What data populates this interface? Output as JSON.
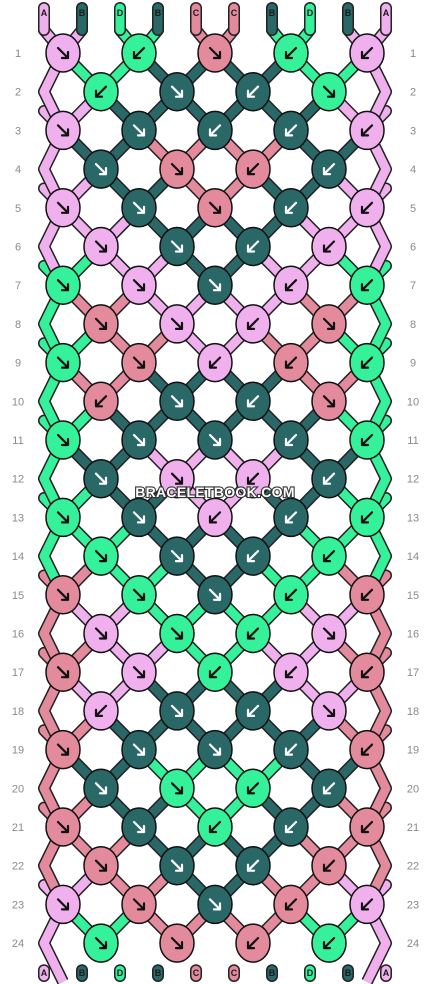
{
  "watermark": "BRACELETBOOK.COM",
  "colors": {
    "A": "#f0b0ee",
    "B": "#2a6868",
    "C": "#e38a9d",
    "D": "#35f29a"
  },
  "top_strand_labels": [
    "A",
    "B",
    "D",
    "B",
    "C",
    "C",
    "B",
    "D",
    "B",
    "A"
  ],
  "bottom_strand_labels": [
    "A",
    "B",
    "D",
    "B",
    "C",
    "C",
    "B",
    "D",
    "B",
    "A"
  ],
  "row_numbers": [
    "1",
    "2",
    "3",
    "4",
    "5",
    "6",
    "7",
    "8",
    "9",
    "10",
    "11",
    "12",
    "13",
    "14",
    "15",
    "16",
    "17",
    "18",
    "19",
    "20",
    "21",
    "22",
    "23",
    "24"
  ],
  "knots": [
    [
      "A:se",
      "D:sw",
      "C:se",
      "D:sw",
      "A:sw"
    ],
    [
      "D:sw",
      "B:se",
      "B:sw",
      "D:se"
    ],
    [
      "A:se",
      "B:se",
      "B:sw",
      "B:sw",
      "A:sw"
    ],
    [
      "B:se",
      "C:se",
      "C:sw",
      "B:sw"
    ],
    [
      "A:se",
      "B:se",
      "C:se",
      "B:sw",
      "A:sw"
    ],
    [
      "A:se",
      "B:se",
      "B:sw",
      "A:sw"
    ],
    [
      "D:se",
      "A:se",
      "B:se",
      "A:sw",
      "D:sw"
    ],
    [
      "C:se",
      "A:se",
      "A:sw",
      "C:se"
    ],
    [
      "D:se",
      "C:se",
      "A:sw",
      "C:sw",
      "D:sw"
    ],
    [
      "C:sw",
      "B:se",
      "B:sw",
      "C:se"
    ],
    [
      "D:se",
      "B:se",
      "B:se",
      "B:sw",
      "D:sw"
    ],
    [
      "B:se",
      "A:se",
      "A:sw",
      "B:sw"
    ],
    [
      "D:se",
      "B:se",
      "A:sw",
      "B:sw",
      "D:sw"
    ],
    [
      "D:se",
      "B:se",
      "B:sw",
      "D:sw"
    ],
    [
      "C:se",
      "D:se",
      "B:se",
      "D:sw",
      "C:sw"
    ],
    [
      "A:se",
      "D:se",
      "D:sw",
      "A:se"
    ],
    [
      "C:se",
      "A:se",
      "D:sw",
      "A:sw",
      "C:sw"
    ],
    [
      "A:sw",
      "B:se",
      "B:sw",
      "A:se"
    ],
    [
      "C:se",
      "B:se",
      "B:se",
      "B:sw",
      "C:sw"
    ],
    [
      "B:se",
      "D:se",
      "D:sw",
      "B:sw"
    ],
    [
      "C:se",
      "B:se",
      "D:sw",
      "B:sw",
      "C:sw"
    ],
    [
      "C:se",
      "B:se",
      "B:sw",
      "C:sw"
    ],
    [
      "A:se",
      "C:se",
      "B:se",
      "C:sw",
      "A:sw"
    ],
    [
      "D:se",
      "C:se",
      "C:sw",
      "D:sw"
    ]
  ]
}
